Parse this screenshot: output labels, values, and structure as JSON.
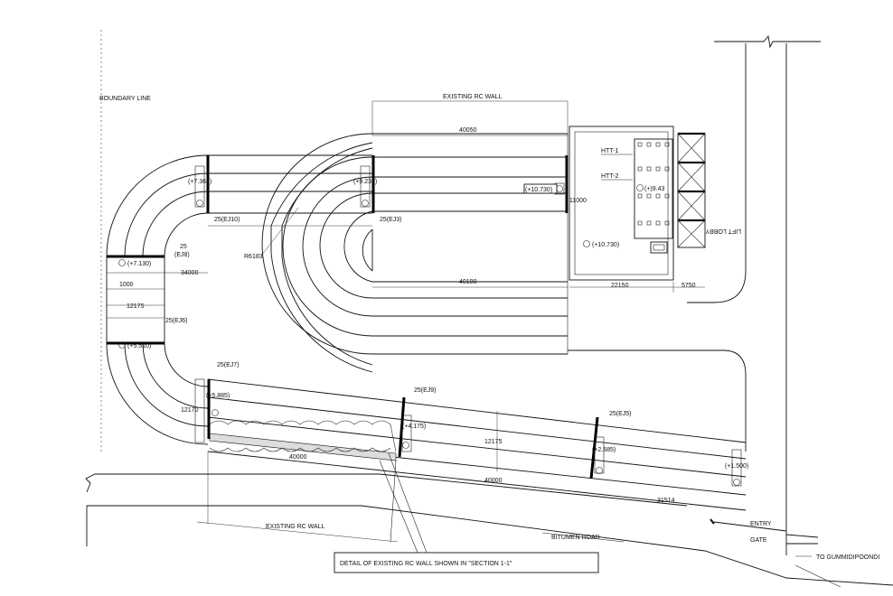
{
  "drawing": {
    "boundary_label": "BOUNDARY LINE",
    "existing_wall_top": "EXISTING RC WALL",
    "existing_wall_bottom": "EXISTING RC WALL",
    "bitumen_road": "BITUMEN ROAD",
    "entry": "ENTRY",
    "gate": "GATE",
    "to_gummidipoondi": "TO GUMMIDIPOONDI",
    "lift_label": "LIFT LOBBY",
    "htt1": "HTT-1",
    "htt2": "HTT-2",
    "note": "DETAIL OF EXISTING RC WALL SHOWN IN \"SECTION 1-1\"",
    "dims": {
      "d40050": "40050",
      "d40100": "40100",
      "d11000": "11000",
      "d22150": "22150",
      "d5750": "5750",
      "d34000": "34000",
      "d1000": "1000",
      "d12175": "12175",
      "d12170": "12170",
      "d40000_left": "40000",
      "d40000_mid": "40000",
      "d12175_mid": "12175",
      "d31514": "31514",
      "r6183": "R6183"
    },
    "joints": {
      "ej10": "25(EJ10)",
      "ej3": "25(EJ3)",
      "ej8_top": "25",
      "ej8_top_sub": "(EJ8)",
      "ej9": "25(EJ9)",
      "ej7": "25(EJ7)",
      "ej6": "25(EJ6)",
      "ej5": "25(EJ5)"
    },
    "levels": {
      "l1": "(+7.365)",
      "l2": "(+9.235)",
      "l3": "(+10.730)",
      "l4": "(+)9.43",
      "l5": "(+10.730)",
      "l6": "(+7.130)",
      "l7": "(+5.510)",
      "l8": "(+5.885)",
      "l9": "(+4.175)",
      "l10": "(+2.685)",
      "l11": "(+1.500)"
    }
  }
}
